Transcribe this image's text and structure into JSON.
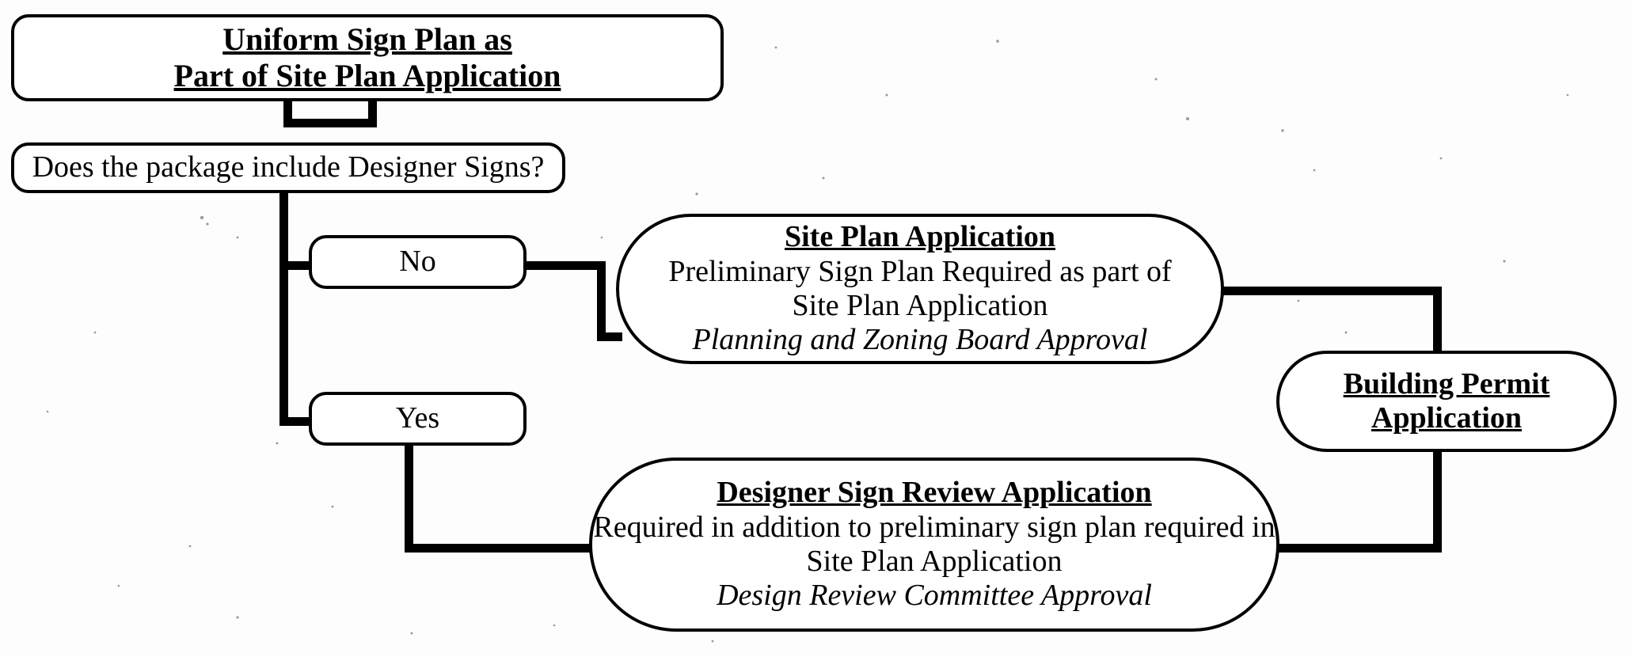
{
  "diagram": {
    "title": "Uniform Sign Plan Review Process Flowchart",
    "type": "flowchart",
    "background_color": "#fdfdfd",
    "line_color": "#000000",
    "nodes": [
      {
        "id": "uniform-sign-plan",
        "shape": "rounded-rect",
        "lines": [
          {
            "text": "Uniform Sign Plan as",
            "style": "bold"
          },
          {
            "text": "Part of Site Plan Application",
            "style": "bold"
          }
        ]
      },
      {
        "id": "decision-designer-signs",
        "shape": "rounded-rect",
        "lines": [
          {
            "text": "Does the package include Designer Signs?",
            "style": "regular"
          }
        ]
      },
      {
        "id": "branch-no",
        "shape": "rounded-rect",
        "lines": [
          {
            "text": "No",
            "style": "regular"
          }
        ]
      },
      {
        "id": "branch-yes",
        "shape": "rounded-rect",
        "lines": [
          {
            "text": "Yes",
            "style": "regular"
          }
        ]
      },
      {
        "id": "site-plan-application",
        "shape": "stadium",
        "lines": [
          {
            "text": "Site Plan Application",
            "style": "bold-underline"
          },
          {
            "text": "Preliminary Sign Plan Required as part of",
            "style": "regular"
          },
          {
            "text": "Site Plan Application",
            "style": "regular"
          },
          {
            "text": "Planning and Zoning Board Approval",
            "style": "italic"
          }
        ]
      },
      {
        "id": "designer-sign-review-application",
        "shape": "stadium",
        "lines": [
          {
            "text": "Designer Sign Review Application",
            "style": "bold-underline"
          },
          {
            "text": "Required in addition to preliminary sign plan required in",
            "style": "regular"
          },
          {
            "text": "Site Plan Application",
            "style": "regular"
          },
          {
            "text": "Design Review Committee Approval",
            "style": "italic"
          }
        ]
      },
      {
        "id": "building-permit-application",
        "shape": "stadium",
        "lines": [
          {
            "text": "Building Permit",
            "style": "bold-underline"
          },
          {
            "text": "Application",
            "style": "bold-underline"
          }
        ]
      }
    ],
    "edges": [
      {
        "from": "uniform-sign-plan",
        "to": "decision-designer-signs",
        "style": "elbow"
      },
      {
        "from": "decision-designer-signs",
        "to": "branch-no",
        "style": "elbow"
      },
      {
        "from": "decision-designer-signs",
        "to": "branch-yes",
        "style": "elbow"
      },
      {
        "from": "branch-no",
        "to": "site-plan-application",
        "style": "elbow"
      },
      {
        "from": "branch-yes",
        "to": "designer-sign-review-application",
        "style": "elbow"
      },
      {
        "from": "site-plan-application",
        "to": "building-permit-application",
        "style": "elbow"
      },
      {
        "from": "designer-sign-review-application",
        "to": "building-permit-application",
        "style": "elbow"
      }
    ]
  }
}
